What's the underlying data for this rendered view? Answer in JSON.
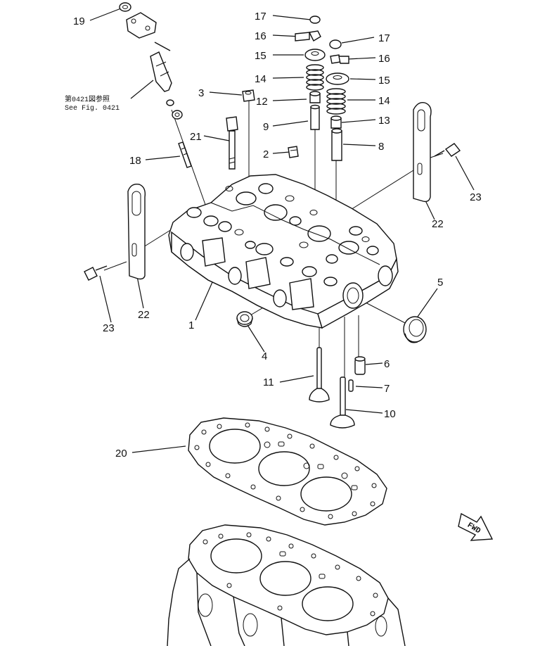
{
  "reference_note": {
    "line1": "第0421図参照",
    "line2": "See Fig. 0421"
  },
  "fwd_label": "FWD",
  "callouts": [
    {
      "id": "c19",
      "text": "19"
    },
    {
      "id": "c17a",
      "text": "17"
    },
    {
      "id": "c16a",
      "text": "16"
    },
    {
      "id": "c15a",
      "text": "15"
    },
    {
      "id": "c14a",
      "text": "14"
    },
    {
      "id": "c3",
      "text": "3"
    },
    {
      "id": "c12",
      "text": "12"
    },
    {
      "id": "c9",
      "text": "9"
    },
    {
      "id": "c17b",
      "text": "17"
    },
    {
      "id": "c16b",
      "text": "16"
    },
    {
      "id": "c15b",
      "text": "15"
    },
    {
      "id": "c14b",
      "text": "14"
    },
    {
      "id": "c13",
      "text": "13"
    },
    {
      "id": "c8",
      "text": "8"
    },
    {
      "id": "c21",
      "text": "21"
    },
    {
      "id": "c2",
      "text": "2"
    },
    {
      "id": "c18",
      "text": "18"
    },
    {
      "id": "c23a",
      "text": "23"
    },
    {
      "id": "c22a",
      "text": "22"
    },
    {
      "id": "c22b",
      "text": "22"
    },
    {
      "id": "c23b",
      "text": "23"
    },
    {
      "id": "c1",
      "text": "1"
    },
    {
      "id": "c5",
      "text": "5"
    },
    {
      "id": "c4",
      "text": "4"
    },
    {
      "id": "c6",
      "text": "6"
    },
    {
      "id": "c11",
      "text": "11"
    },
    {
      "id": "c7",
      "text": "7"
    },
    {
      "id": "c10",
      "text": "10"
    },
    {
      "id": "c20",
      "text": "20"
    }
  ]
}
